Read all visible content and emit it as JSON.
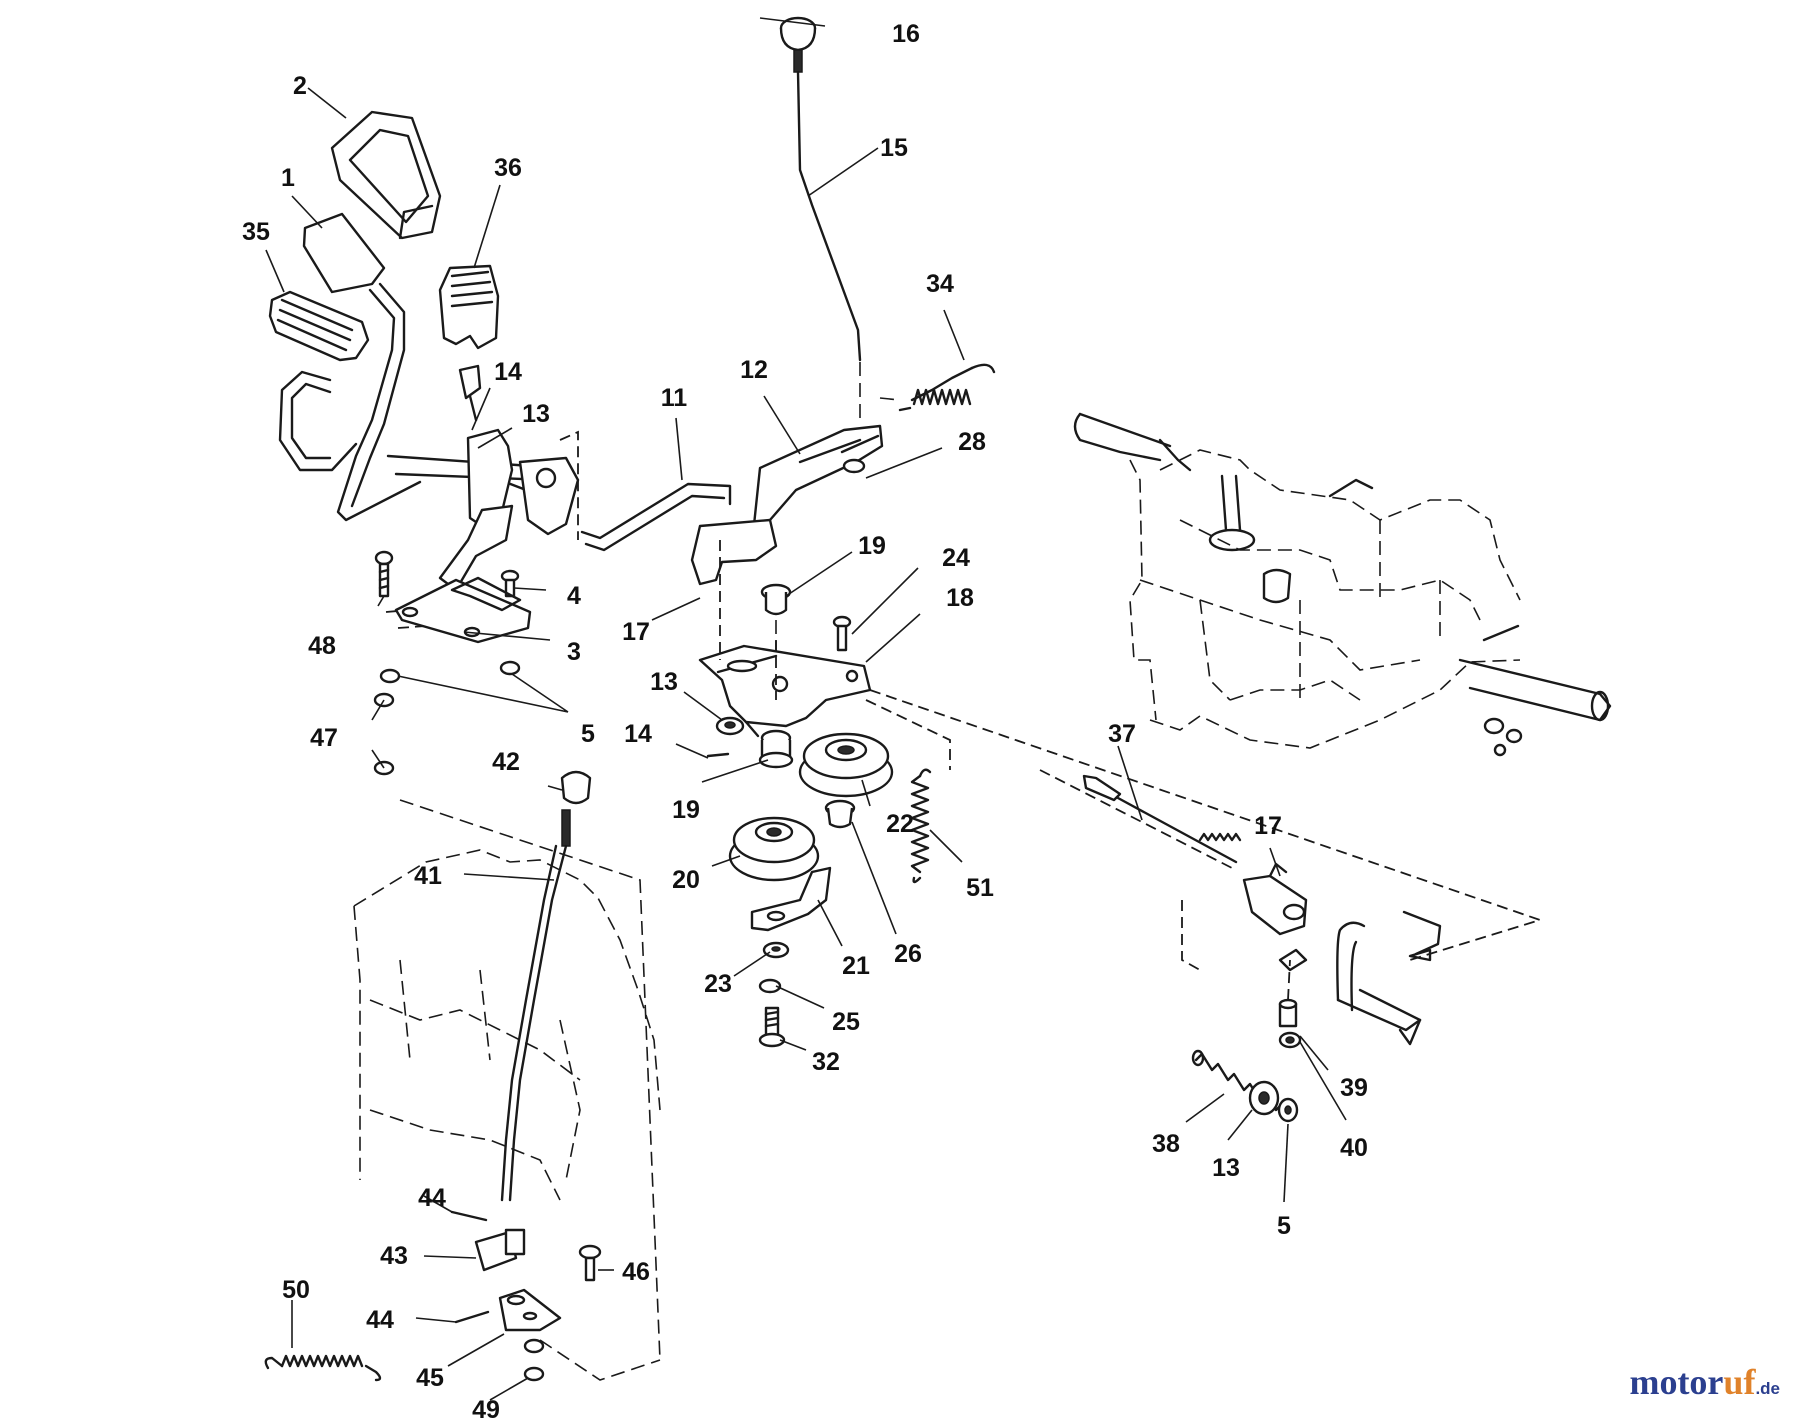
{
  "watermark": {
    "name": "motor",
    "accent": "uf",
    "tld": ".de",
    "colors": {
      "primary": "#2b3f8f",
      "accent": "#e0822a"
    }
  },
  "callouts": [
    "16",
    "15",
    "2",
    "36",
    "1",
    "35",
    "34",
    "14",
    "13",
    "11",
    "12",
    "28",
    "19",
    "24",
    "4",
    "18",
    "48",
    "3",
    "17",
    "13",
    "5",
    "14",
    "47",
    "42",
    "19",
    "22",
    "41",
    "20",
    "51",
    "37",
    "17",
    "21",
    "26",
    "23",
    "25",
    "32",
    "39",
    "38",
    "40",
    "13",
    "5",
    "44",
    "43",
    "46",
    "50",
    "44",
    "45",
    "49"
  ]
}
